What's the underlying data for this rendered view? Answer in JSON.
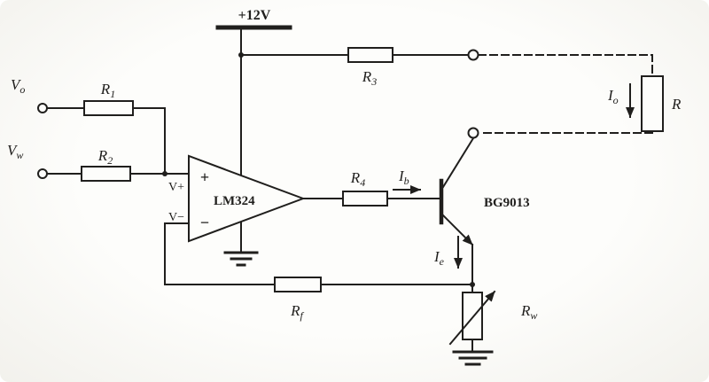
{
  "colors": {
    "ink": "#201f1d",
    "paper": "#fdfdfb"
  },
  "labels": {
    "supply": "+12V",
    "input_vo": {
      "base": "V",
      "sub": "o"
    },
    "input_vw": {
      "base": "V",
      "sub": "w"
    },
    "r1": {
      "base": "R",
      "sub": "1"
    },
    "r2": {
      "base": "R",
      "sub": "2"
    },
    "r3": {
      "base": "R",
      "sub": "3"
    },
    "r4": {
      "base": "R",
      "sub": "4"
    },
    "rf": {
      "base": "R",
      "sub": "f"
    },
    "rw": {
      "base": "R",
      "sub": "w"
    },
    "load": "R",
    "opamp": {
      "name": "LM324",
      "noninv_pin": "V+",
      "inv_pin": "V−",
      "plus": "+",
      "minus": "−"
    },
    "transistor": "BG9013",
    "current_io": {
      "base": "I",
      "sub": "o"
    },
    "current_ib": {
      "base": "I",
      "sub": "b"
    },
    "current_ie": {
      "base": "I",
      "sub": "e"
    }
  }
}
